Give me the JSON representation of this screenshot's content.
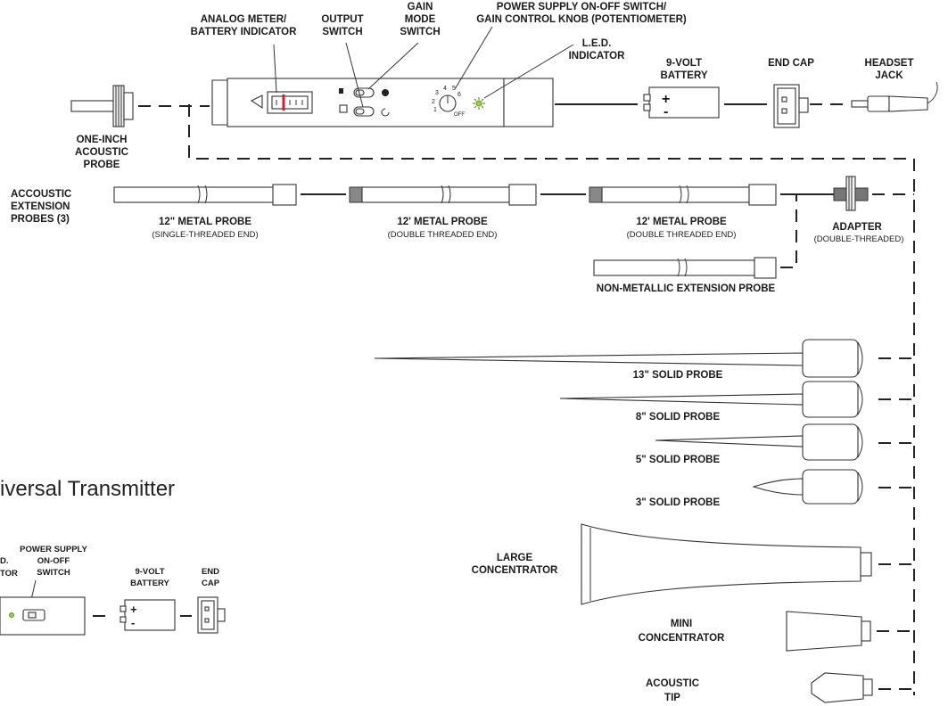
{
  "title": "iversal Transmitter",
  "labels": {
    "analog_meter": [
      "ANALOG METER/",
      "BATTERY INDICATOR"
    ],
    "output_switch": [
      "OUTPUT",
      "SWITCH"
    ],
    "gain_mode": [
      "GAIN",
      "MODE",
      "SWITCH"
    ],
    "power_gain": [
      "POWER SUPPLY ON-OFF SWITCH/",
      "GAIN CONTROL KNOB (POTENTIOMETER)"
    ],
    "led": [
      "L.E.D.",
      "INDICATOR"
    ],
    "battery_9v": [
      "9-VOLT",
      "BATTERY"
    ],
    "end_cap": "END CAP",
    "headset": [
      "HEADSET",
      "JACK"
    ],
    "one_inch": [
      "ONE-INCH",
      "ACOUSTIC",
      "PROBE"
    ],
    "acoustic_ext": [
      "ACCOUSTIC",
      "EXTENSION",
      "PROBES (3)"
    ],
    "probe1": [
      "12\" METAL PROBE",
      "(SINGLE-THREADED END)"
    ],
    "probe2": [
      "12' METAL PROBE",
      "(DOUBLE THREADED END)"
    ],
    "probe3": [
      "12' METAL PROBE",
      "(DOUBLE THREADED END)"
    ],
    "adapter": [
      "ADAPTER",
      "(DOUBLE-THREADED)"
    ],
    "nonmetal": "NON-METALLIC EXTENSION PROBE",
    "solid13": "13\" SOLID PROBE",
    "solid8": "8\" SOLID PROBE",
    "solid5": "5\" SOLID PROBE",
    "solid3": "3\" SOLID PROBE",
    "large_conc": [
      "LARGE",
      "CONCENTRATOR"
    ],
    "mini_conc": [
      "MINI",
      "CONCENTRATOR"
    ],
    "acoustic_tip": [
      "ACOUSTIC",
      "TIP"
    ],
    "inset_led": [
      "D.",
      "TOR"
    ],
    "inset_power": [
      "POWER SUPPLY",
      "ON-OFF",
      "SWITCH"
    ],
    "inset_battery": [
      "9-VOLT",
      "BATTERY"
    ],
    "inset_endcap": [
      "END",
      "CAP"
    ],
    "battery_plus": "+",
    "battery_minus": "-"
  },
  "knob_ticks": [
    "1",
    "2",
    "3",
    "4",
    "5",
    "6",
    "OFF"
  ]
}
